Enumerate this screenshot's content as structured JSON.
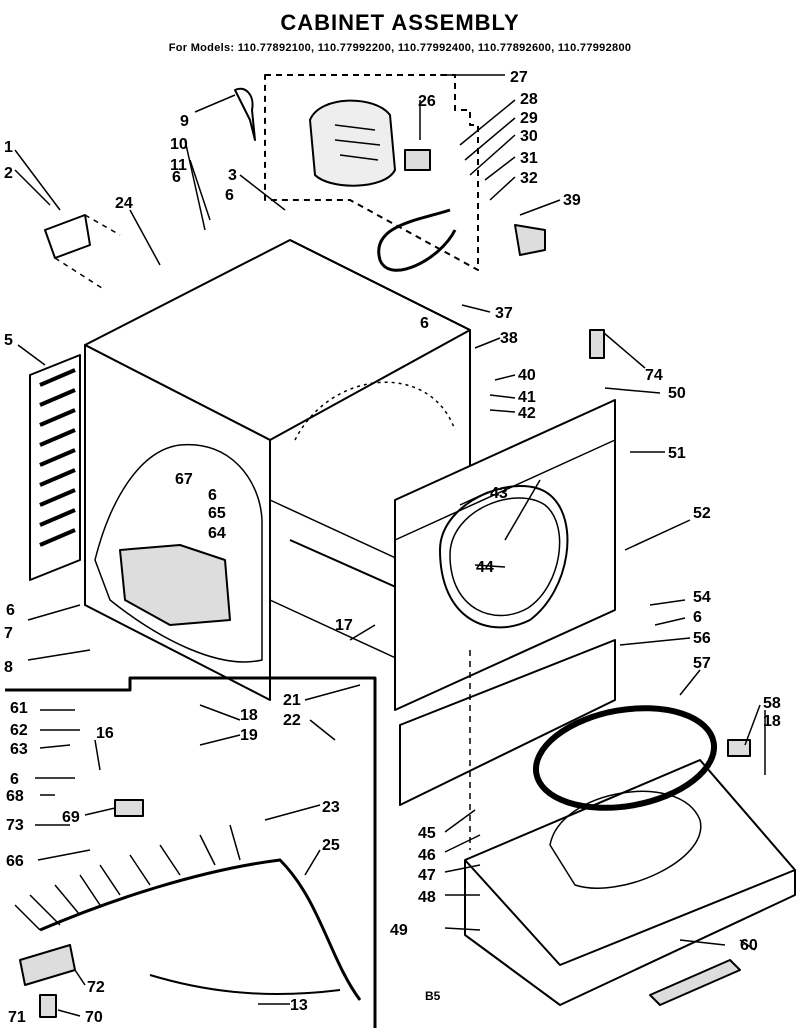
{
  "header": {
    "title": "CABINET ASSEMBLY",
    "models": "For Models: 110.77892100, 110.77992200, 110.77992400, 110.77892600, 110.77992800"
  },
  "reference_code": "B5",
  "callouts": [
    "1",
    "2",
    "3",
    "5",
    "6",
    "7",
    "8",
    "9",
    "10",
    "11",
    "13",
    "16",
    "17",
    "18",
    "19",
    "21",
    "22",
    "23",
    "24",
    "25",
    "26",
    "27",
    "28",
    "29",
    "30",
    "31",
    "32",
    "37",
    "38",
    "39",
    "40",
    "41",
    "42",
    "43",
    "44",
    "45",
    "46",
    "47",
    "48",
    "49",
    "50",
    "51",
    "52",
    "54",
    "56",
    "57",
    "58",
    "60",
    "61",
    "62",
    "63",
    "64",
    "65",
    "66",
    "67",
    "68",
    "69",
    "70",
    "71",
    "72",
    "73",
    "74"
  ],
  "colors": {
    "line": "#000000",
    "background": "#ffffff"
  }
}
